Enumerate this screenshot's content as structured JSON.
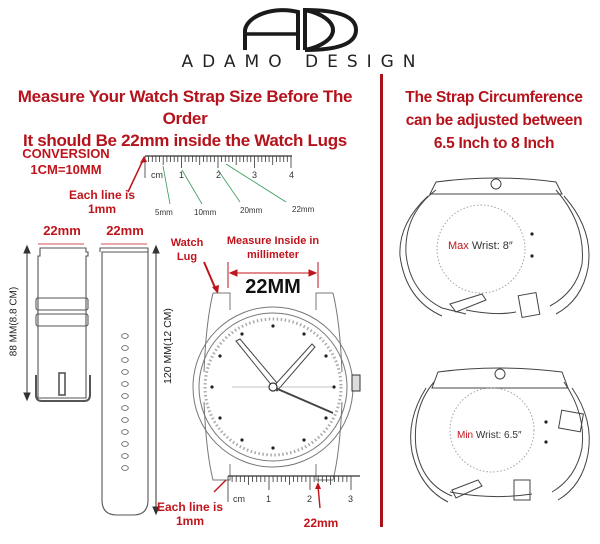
{
  "brand": {
    "monogram": "AD",
    "name": "ADAMO DESIGN"
  },
  "left_panel": {
    "heading_line1": "Measure Your Watch Strap Size Before The Order",
    "heading_line2": "It should Be 22mm inside the Watch Lugs",
    "conversion": {
      "title": "CONVERSION",
      "value": "1CM=10MM",
      "note_line1": "Each line is",
      "note_line2": "1mm"
    },
    "top_ruler": {
      "unit": "cm",
      "ticks": [
        "1",
        "2",
        "3",
        "4"
      ],
      "callouts": [
        "5mm",
        "10mm",
        "20mm",
        "22mm"
      ]
    },
    "strap_short": {
      "width_label": "22mm",
      "length_label": "88 MM(8.8 CM)"
    },
    "strap_long": {
      "width_label": "22mm",
      "length_label": "120 MM(12 CM)",
      "holes": 12
    },
    "watch": {
      "lug_label_line1": "Watch",
      "lug_label_line2": "Lug",
      "measure_label_line1": "Measure Inside in",
      "measure_label_line2": "millimeter",
      "lug_width": "22MM"
    },
    "bottom_ruler": {
      "unit": "cm",
      "ticks": [
        "1",
        "2",
        "3"
      ],
      "note_line1": "Each line is",
      "note_line2": "1mm",
      "callout": "22mm"
    }
  },
  "right_panel": {
    "heading_line1": "The Strap Circumference",
    "heading_line2": "can be adjusted between",
    "heading_line3": "6.5 Inch to 8 Inch",
    "max": {
      "prefix": "Max",
      "label": "Wrist: 8″"
    },
    "min": {
      "prefix": "Min",
      "label": "Wrist: 6.5″"
    }
  },
  "colors": {
    "accent_red": "#b5121b",
    "divider": "#a8121a",
    "callout_green": "#3a9a5a",
    "line": "#555555"
  }
}
